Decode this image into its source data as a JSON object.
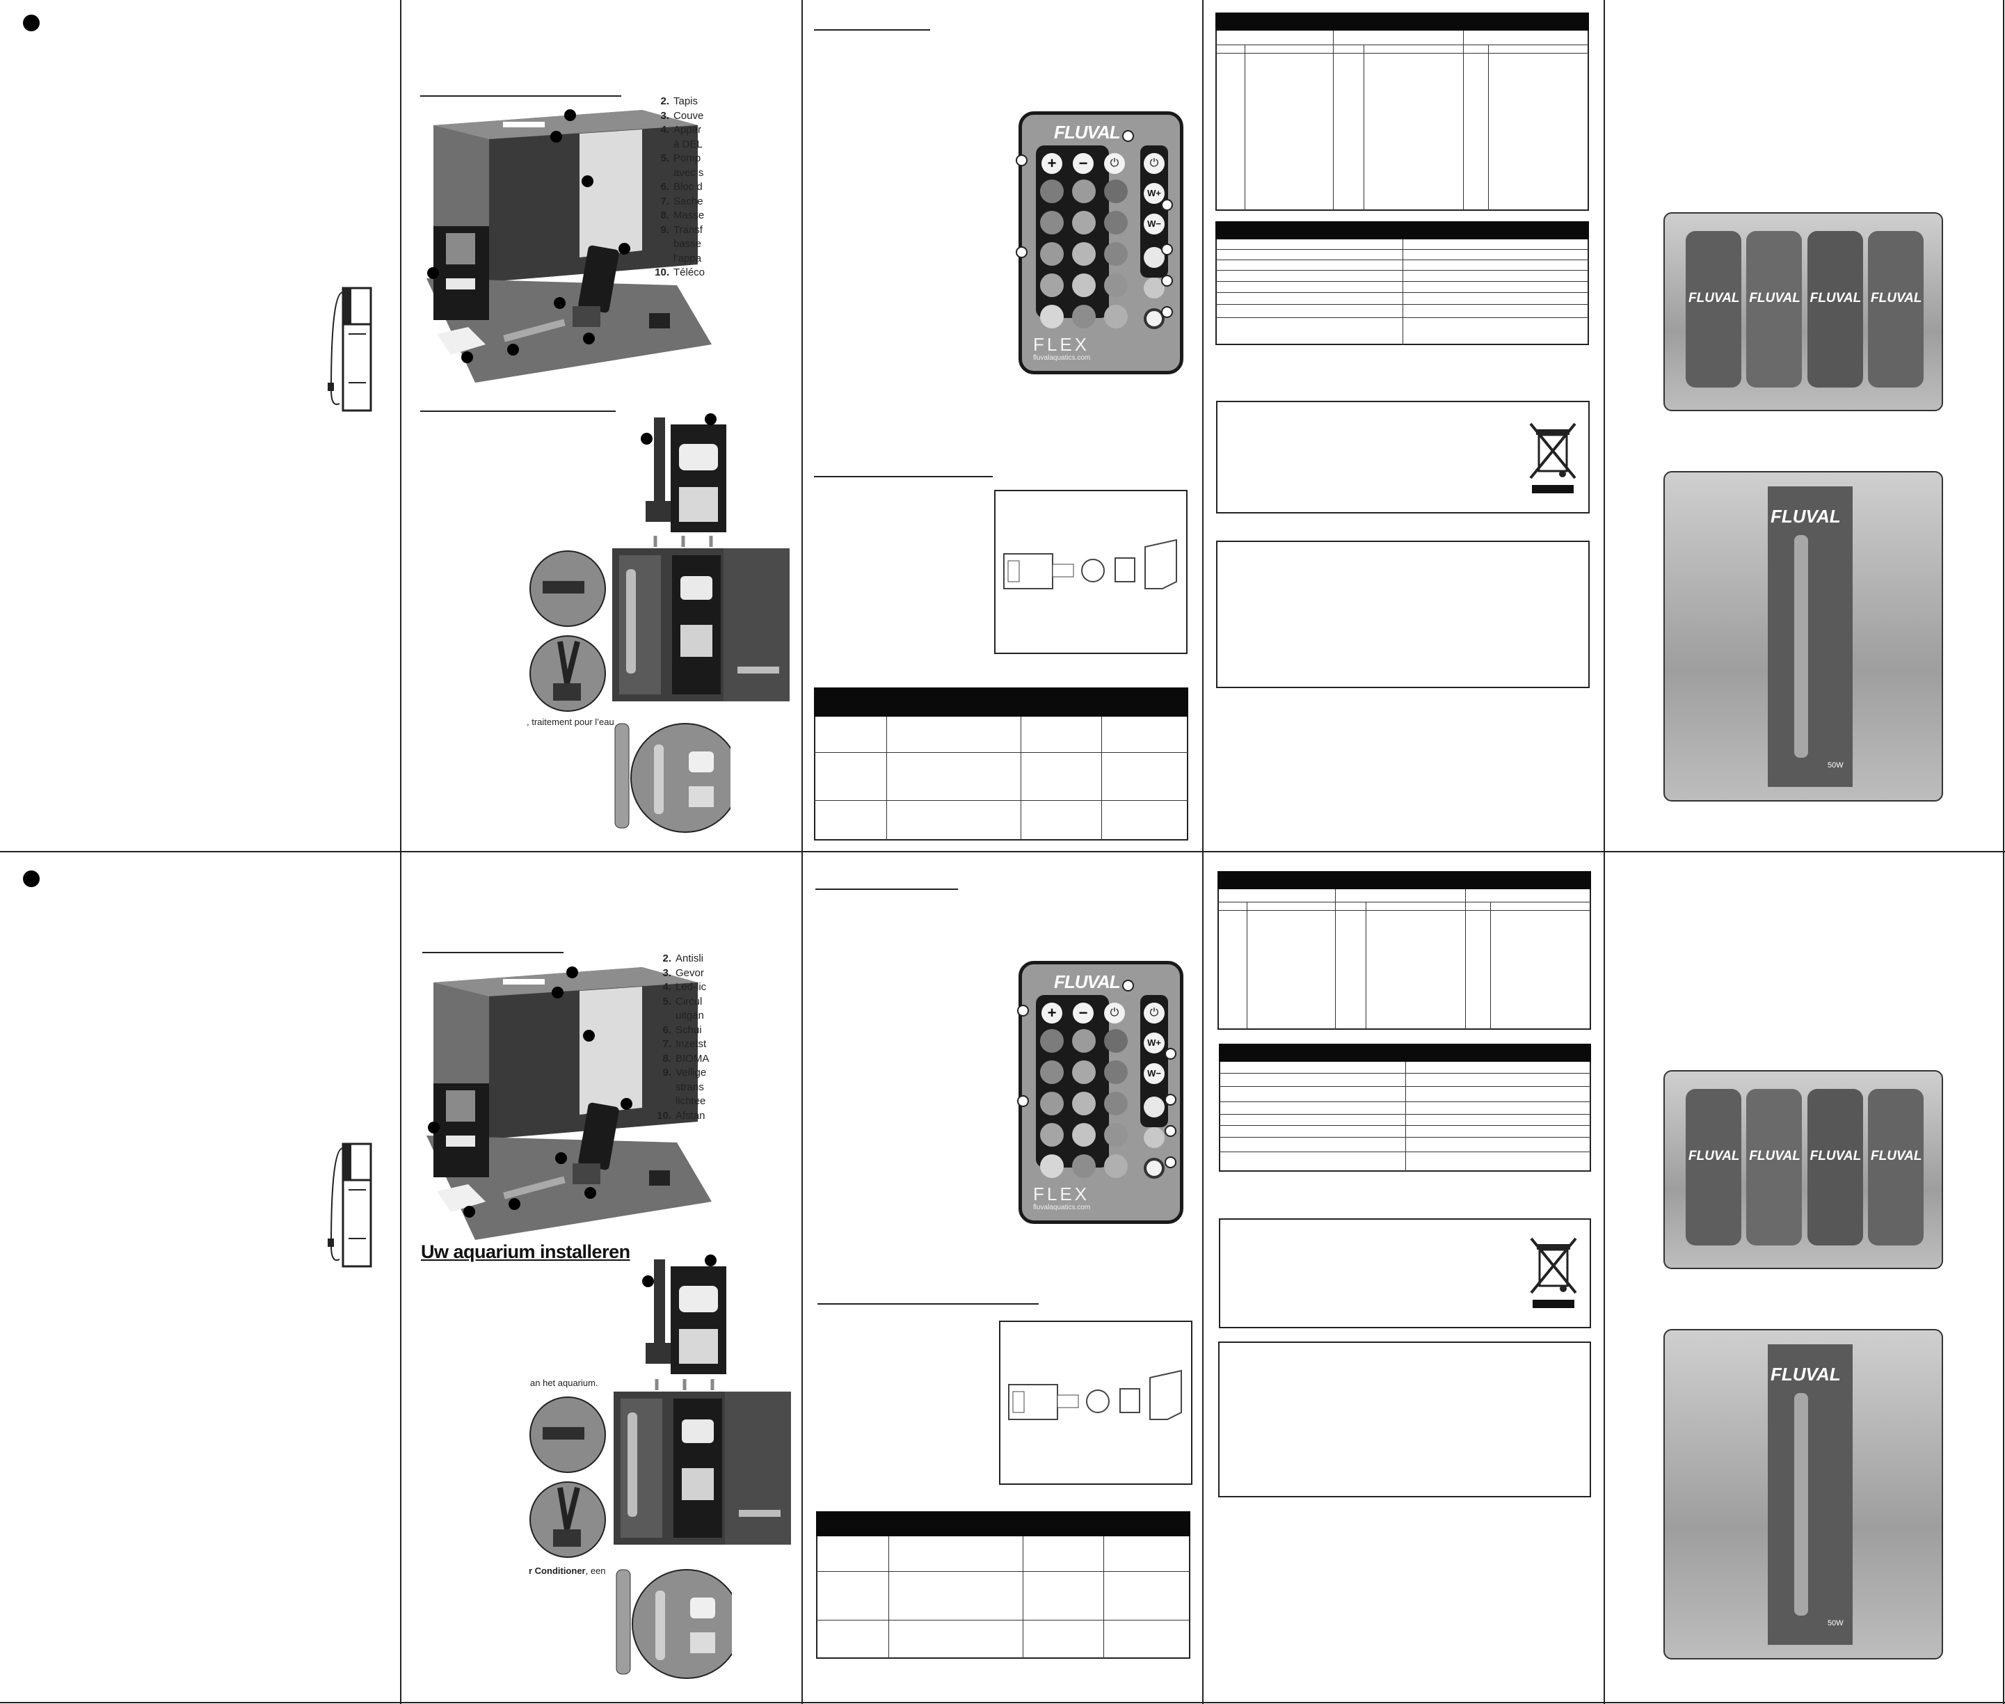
{
  "panels": [
    {
      "parts_list": [
        {
          "num": "2.",
          "lines": [
            "Tapis"
          ]
        },
        {
          "num": "3.",
          "lines": [
            "Couve"
          ]
        },
        {
          "num": "4.",
          "lines": [
            "Appar",
            "à DEL"
          ]
        },
        {
          "num": "5.",
          "lines": [
            "Pomp",
            "avec s"
          ]
        },
        {
          "num": "6.",
          "lines": [
            "Bloc d"
          ]
        },
        {
          "num": "7.",
          "lines": [
            "Sache"
          ]
        },
        {
          "num": "8.",
          "lines": [
            "Masse"
          ]
        },
        {
          "num": "9.",
          "lines": [
            "Transf",
            "basse",
            "l’appa"
          ]
        },
        {
          "num": "10.",
          "lines": [
            "Téléco"
          ]
        }
      ],
      "setup_title": "",
      "setup_caption": ", traitement pour l’eau"
    },
    {
      "parts_list": [
        {
          "num": "2.",
          "lines": [
            "Antisli"
          ]
        },
        {
          "num": "3.",
          "lines": [
            "Gevor"
          ]
        },
        {
          "num": "4.",
          "lines": [
            "Led-lic"
          ]
        },
        {
          "num": "5.",
          "lines": [
            "Circul",
            "uitgan"
          ]
        },
        {
          "num": "6.",
          "lines": [
            "Schui"
          ]
        },
        {
          "num": "7.",
          "lines": [
            "Inzetst"
          ]
        },
        {
          "num": "8.",
          "lines": [
            "BIOMA"
          ]
        },
        {
          "num": "9.",
          "lines": [
            "Veilige",
            "strans",
            "lichtee"
          ]
        },
        {
          "num": "10.",
          "lines": [
            "Afstan"
          ]
        }
      ],
      "setup_title": "Uw aquarium installeren",
      "setup_caption_top": "an het aquarium.",
      "setup_caption_bold": "r Conditioner",
      "setup_caption_tail": ", een"
    }
  ],
  "remote": {
    "brand": "FLUVAL",
    "model": "FLEX",
    "url": "fluvalaquatics.com",
    "keys": {
      "plus": "+",
      "minus": "−",
      "power": "⏻",
      "white_up": "W+",
      "white_down": "W−"
    }
  },
  "products": {
    "bottle_brand": "FLUVAL",
    "heater_brand": "FLUVAL",
    "heater_watt": "50W"
  }
}
